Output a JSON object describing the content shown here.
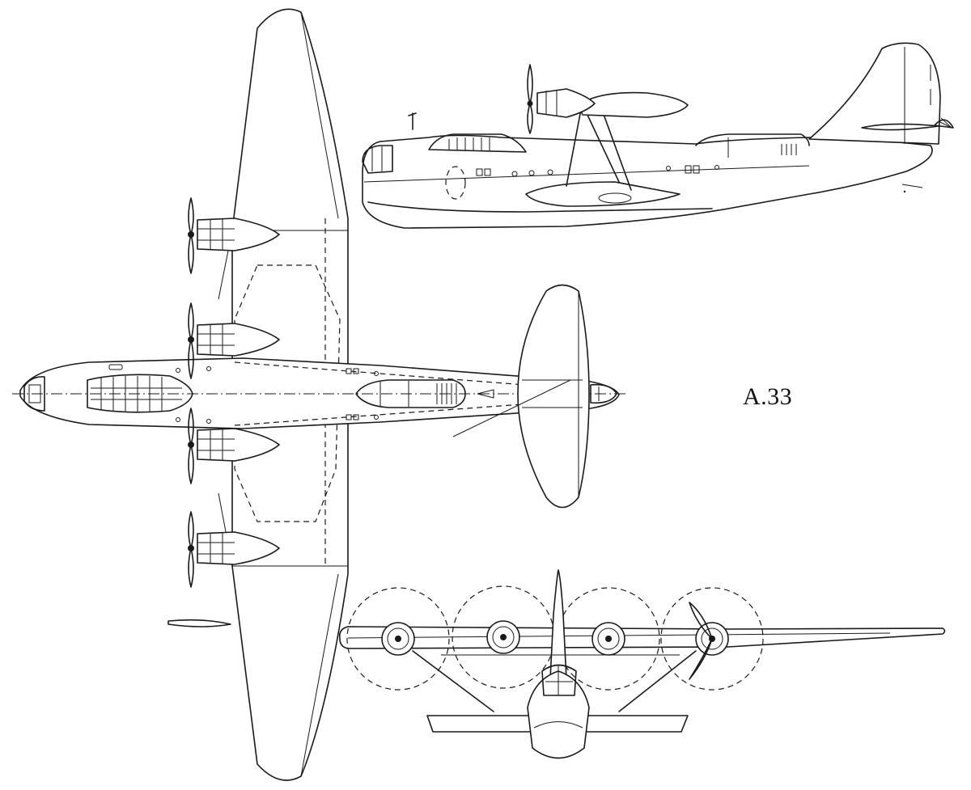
{
  "drawing": {
    "designation": "A.33",
    "views": [
      "plan-view",
      "side-view",
      "front-view"
    ]
  },
  "colors": {
    "ink": "#1a1a1a",
    "paper": "#ffffff"
  }
}
